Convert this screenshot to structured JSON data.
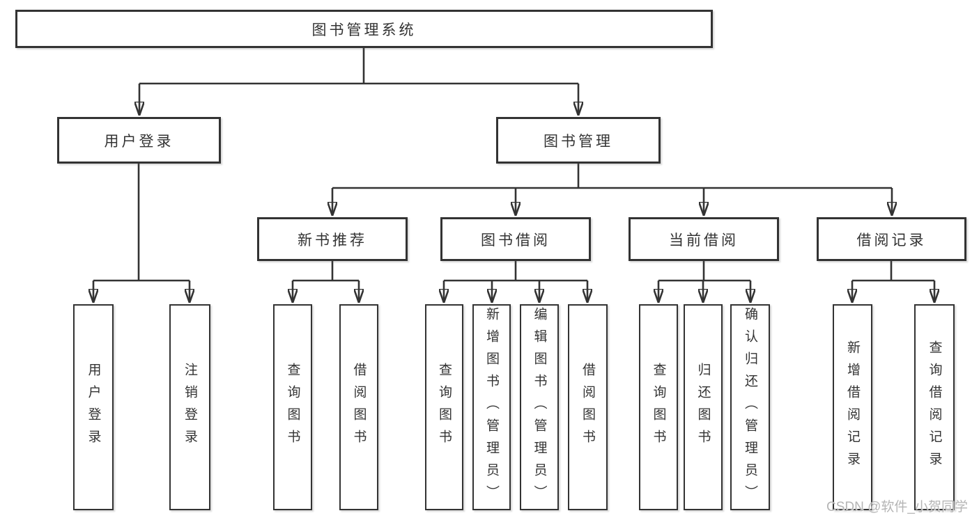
{
  "diagram": {
    "watermark": "CSDN @软件_小贺同学",
    "colors": {
      "line": "#333333",
      "box_border": "#333333",
      "text": "#333333",
      "background": "#ffffff",
      "watermark": "#b5b5b5"
    },
    "tree": {
      "label": "图书管理系统",
      "children": [
        {
          "label": "用户登录",
          "children": [
            {
              "label": "用户登录"
            },
            {
              "label": "注销登录"
            }
          ]
        },
        {
          "label": "图书管理",
          "children": [
            {
              "label": "新书推荐",
              "children": [
                {
                  "label": "查询图书"
                },
                {
                  "label": "借阅图书"
                }
              ]
            },
            {
              "label": "图书借阅",
              "children": [
                {
                  "label": "查询图书"
                },
                {
                  "label": "新增图书（管理员）"
                },
                {
                  "label": "编辑图书（管理员）"
                },
                {
                  "label": "借阅图书"
                }
              ]
            },
            {
              "label": "当前借阅",
              "children": [
                {
                  "label": "查询图书"
                },
                {
                  "label": "归还图书"
                },
                {
                  "label": "确认归还（管理员）"
                }
              ]
            },
            {
              "label": "借阅记录",
              "children": [
                {
                  "label": "新增借阅记录"
                },
                {
                  "label": "查询借阅记录"
                }
              ]
            }
          ]
        }
      ]
    }
  }
}
